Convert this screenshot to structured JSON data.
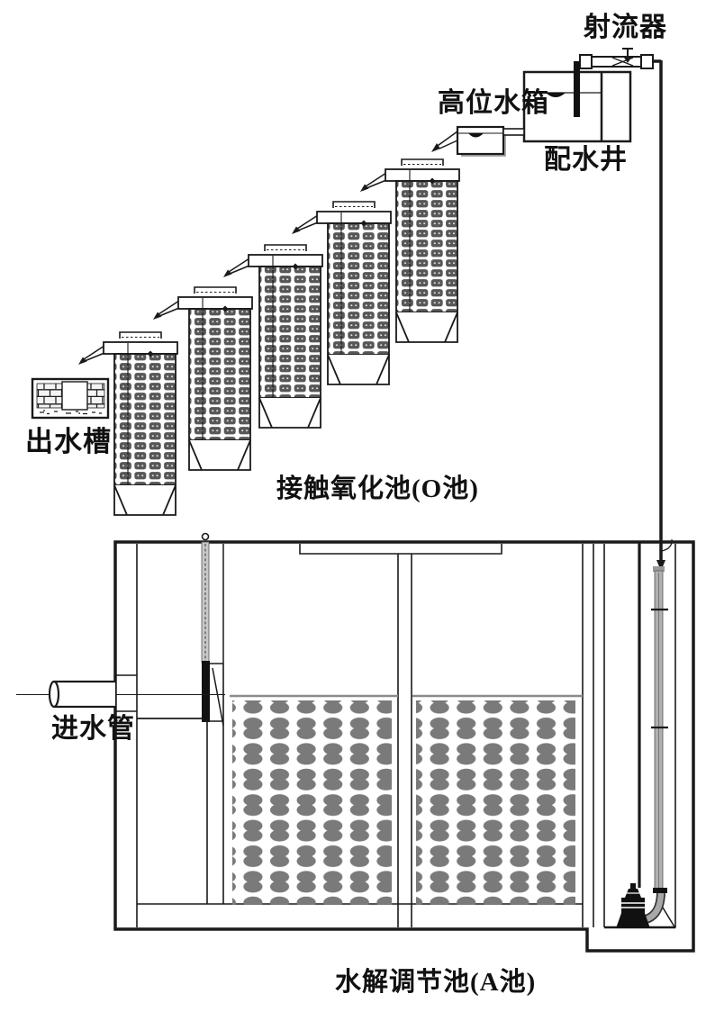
{
  "figure": {
    "type": "wastewater-treatment-process-diagram",
    "background_color": "#ffffff",
    "line_color": "#1a1a1a",
    "cascade_media_color": "#575757",
    "tank_media_color": "#7a7a7a",
    "oxidation_tank_count": 5,
    "labels": {
      "jet_ejector": "射流器",
      "high_level_tank": "高位水箱",
      "distribution_well": "配水井",
      "outlet_trough": "出水槽",
      "contact_oxidation_tank": "接触氧化池(O池)",
      "inlet_pipe": "进水管",
      "hydrolysis_tank": "水解调节池(A池)"
    }
  }
}
